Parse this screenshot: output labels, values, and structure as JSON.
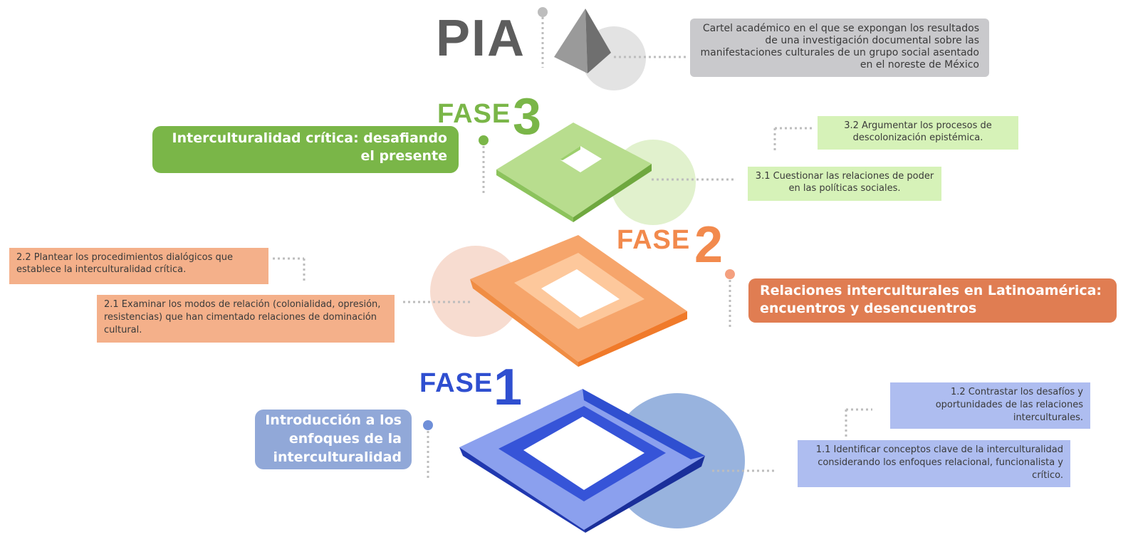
{
  "title": "PIA",
  "pia_description": "Cartel académico en el que se expongan los resultados de una investigación documental sobre las manifestaciones culturales de un grupo social asentado en el noreste de México",
  "phases": [
    {
      "word": "FASE",
      "number": "3",
      "color": "#7ab648",
      "heading": "Interculturalidad crítica: desafiando el presente",
      "items": [
        "3.2 Argumentar los procesos de descolonización epistémica.",
        "3.1 Cuestionar las relaciones de poder en las políticas sociales."
      ]
    },
    {
      "word": "FASE",
      "number": "2",
      "color": "#f28a4d",
      "heading": "Relaciones interculturales en Latinoamérica: encuentros y desencuentros",
      "items": [
        "2.2 Plantear los procedimientos dialógicos que establece la interculturalidad crítica.",
        "2.1 Examinar los modos de relación (colonialidad, opresión, resistencias) que han cimentado relaciones de dominación cultural."
      ]
    },
    {
      "word": "FASE",
      "number": "1",
      "color": "#2f4fd0",
      "heading": "Introducción a los enfoques de la interculturalidad",
      "items": [
        "1.2 Contrastar los desafíos y oportunidades de las relaciones interculturales.",
        "1.1 Identificar conceptos clave de la interculturalidad considerando los enfoques relacional, funcionalista y crítico."
      ]
    }
  ],
  "colors": {
    "pia_gray": "#5d5d5d",
    "pia_box": "#c9c9cc",
    "phase3_box": "#d6f2b8",
    "phase3_heading": "#7ab648",
    "phase2_box": "#f4b08a",
    "phase2_heading": "#e07d52",
    "phase1_box": "#aebdf0",
    "phase1_heading": "#91a8d8"
  }
}
